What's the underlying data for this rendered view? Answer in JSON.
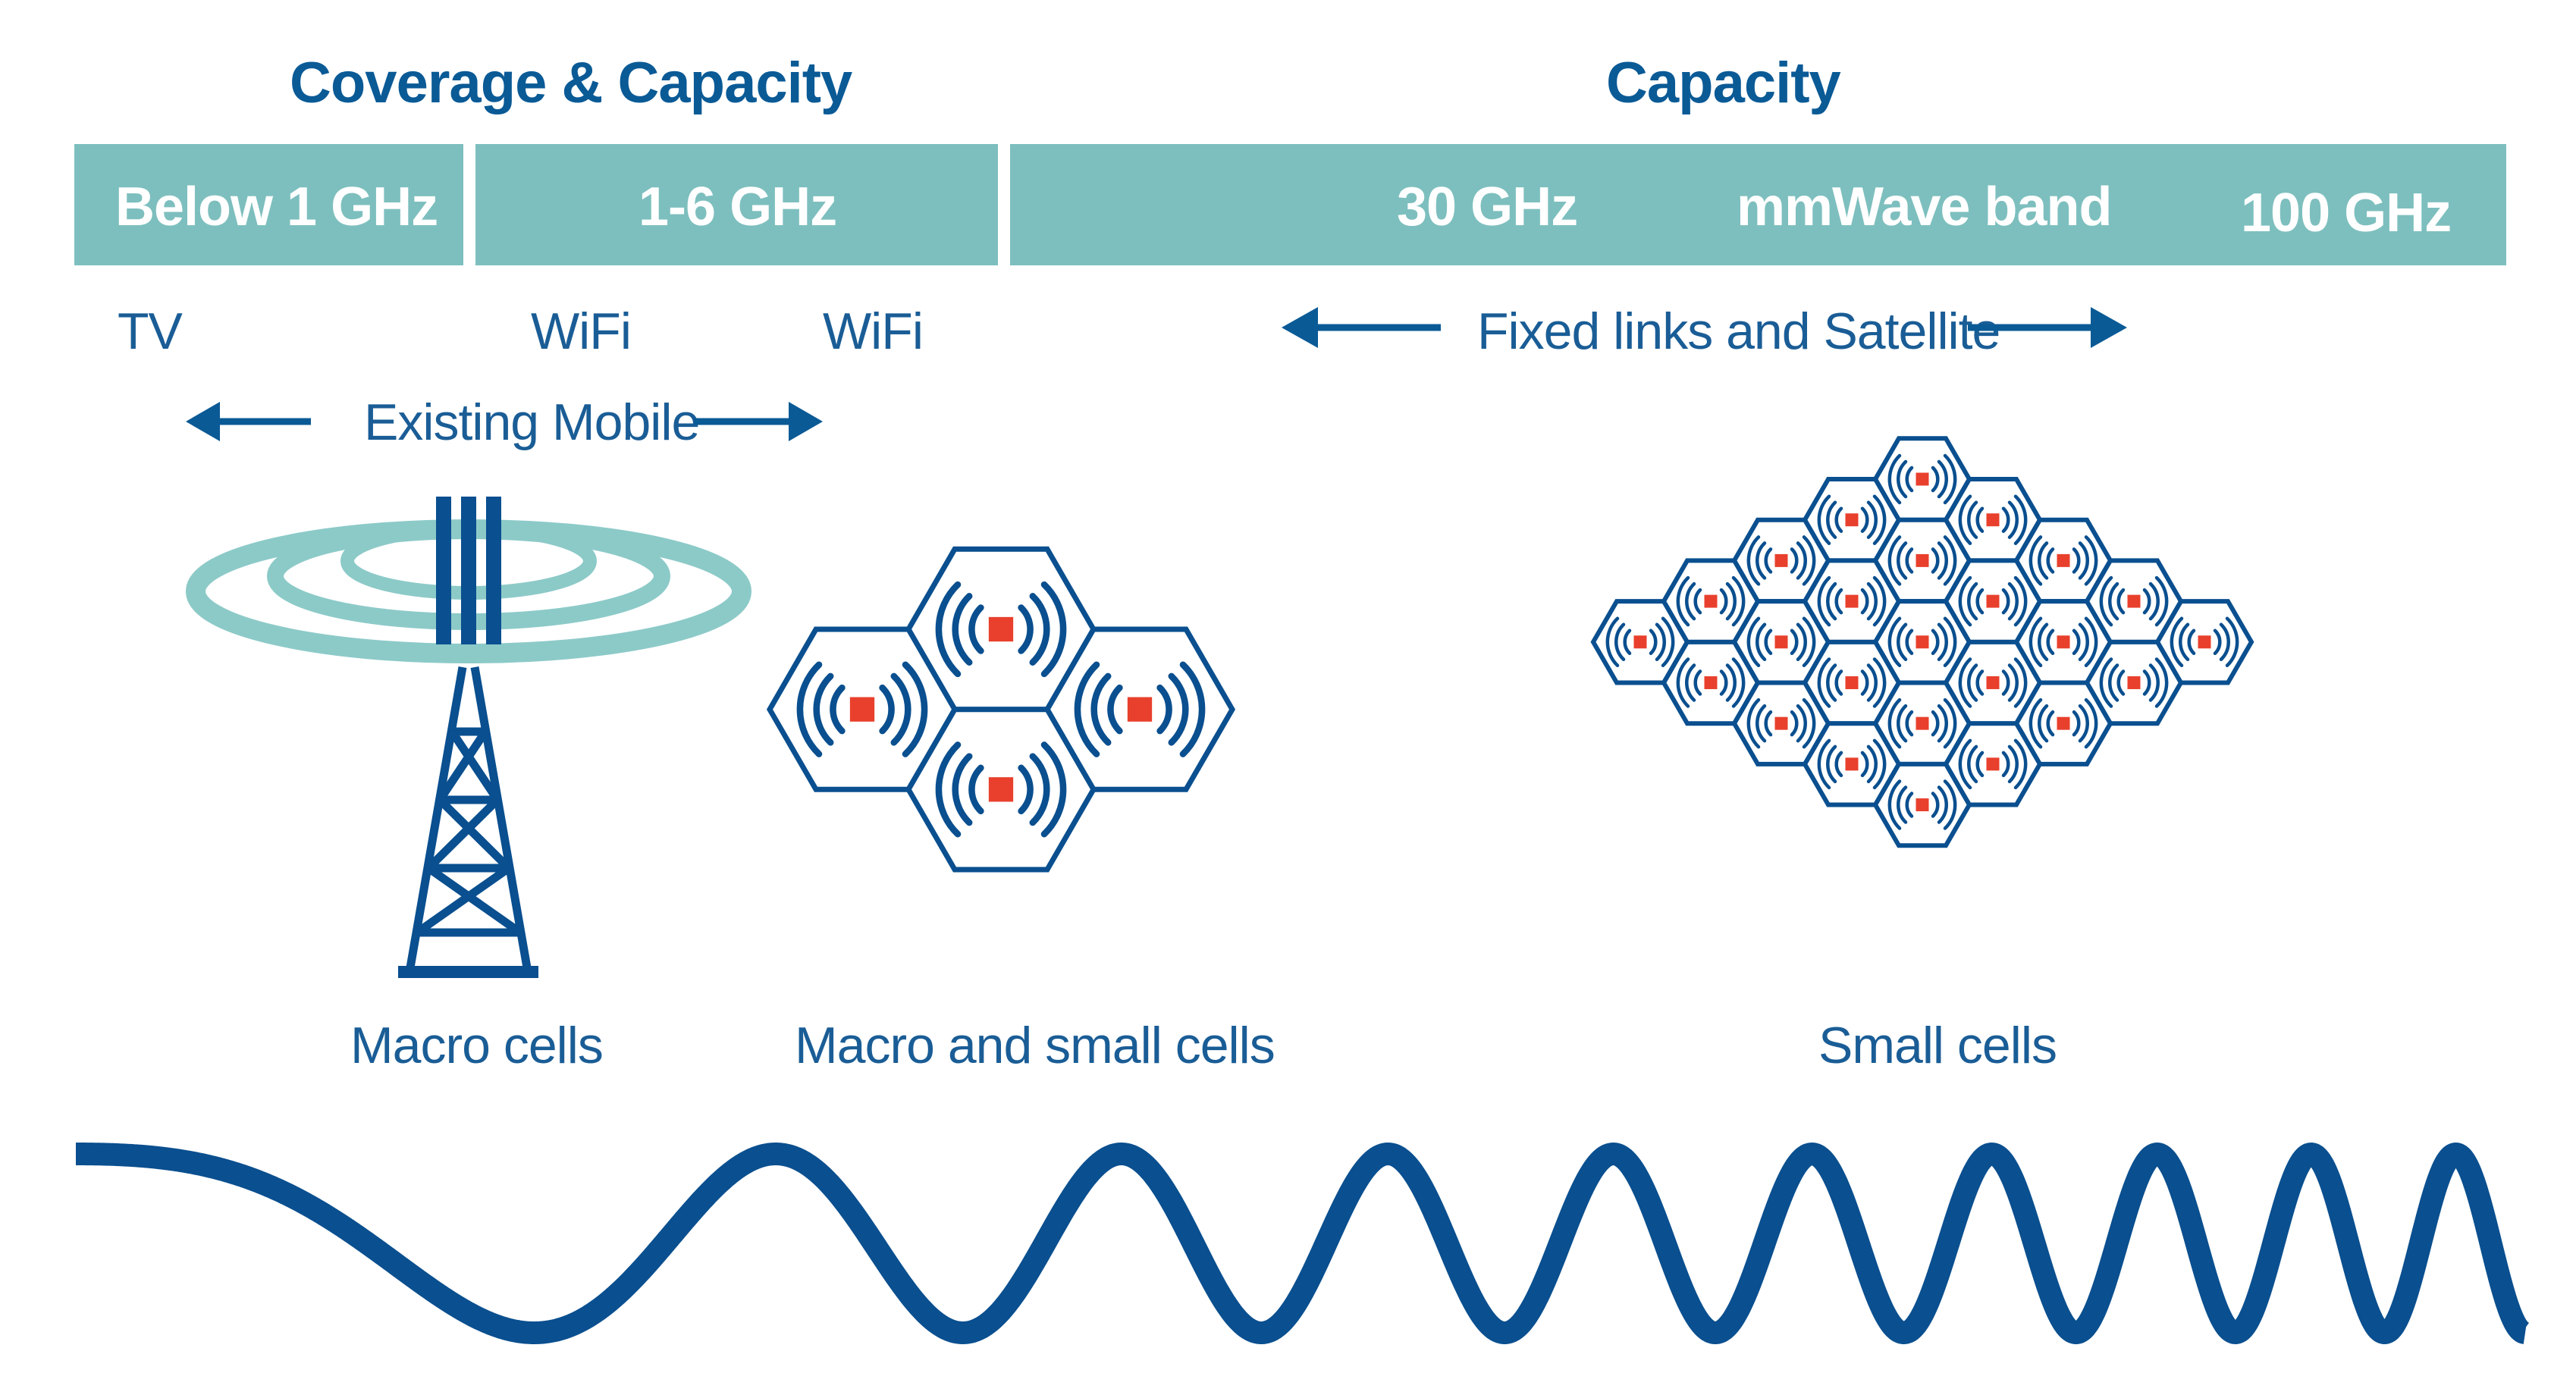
{
  "headings": {
    "coverage_capacity": "Coverage & Capacity",
    "capacity": "Capacity"
  },
  "bands": {
    "below_1": "Below 1 GHz",
    "one_to_six": "1-6 GHz",
    "ghz30": "30 GHz",
    "mmwave": "mmWave band",
    "ghz100": "100 GHz"
  },
  "uses": {
    "tv": "TV",
    "wifi_1": "WiFi",
    "wifi_2": "WiFi",
    "existing_mobile": "Existing Mobile",
    "fixed_links": "Fixed links and Satellite"
  },
  "captions": {
    "macro": "Macro cells",
    "macro_small": "Macro and small cells",
    "small": "Small cells"
  },
  "colors": {
    "band_teal": "#7dbfbe",
    "navy": "#0a4f8f",
    "cell_red": "#e8402c",
    "ring_teal": "#8ccac8"
  }
}
